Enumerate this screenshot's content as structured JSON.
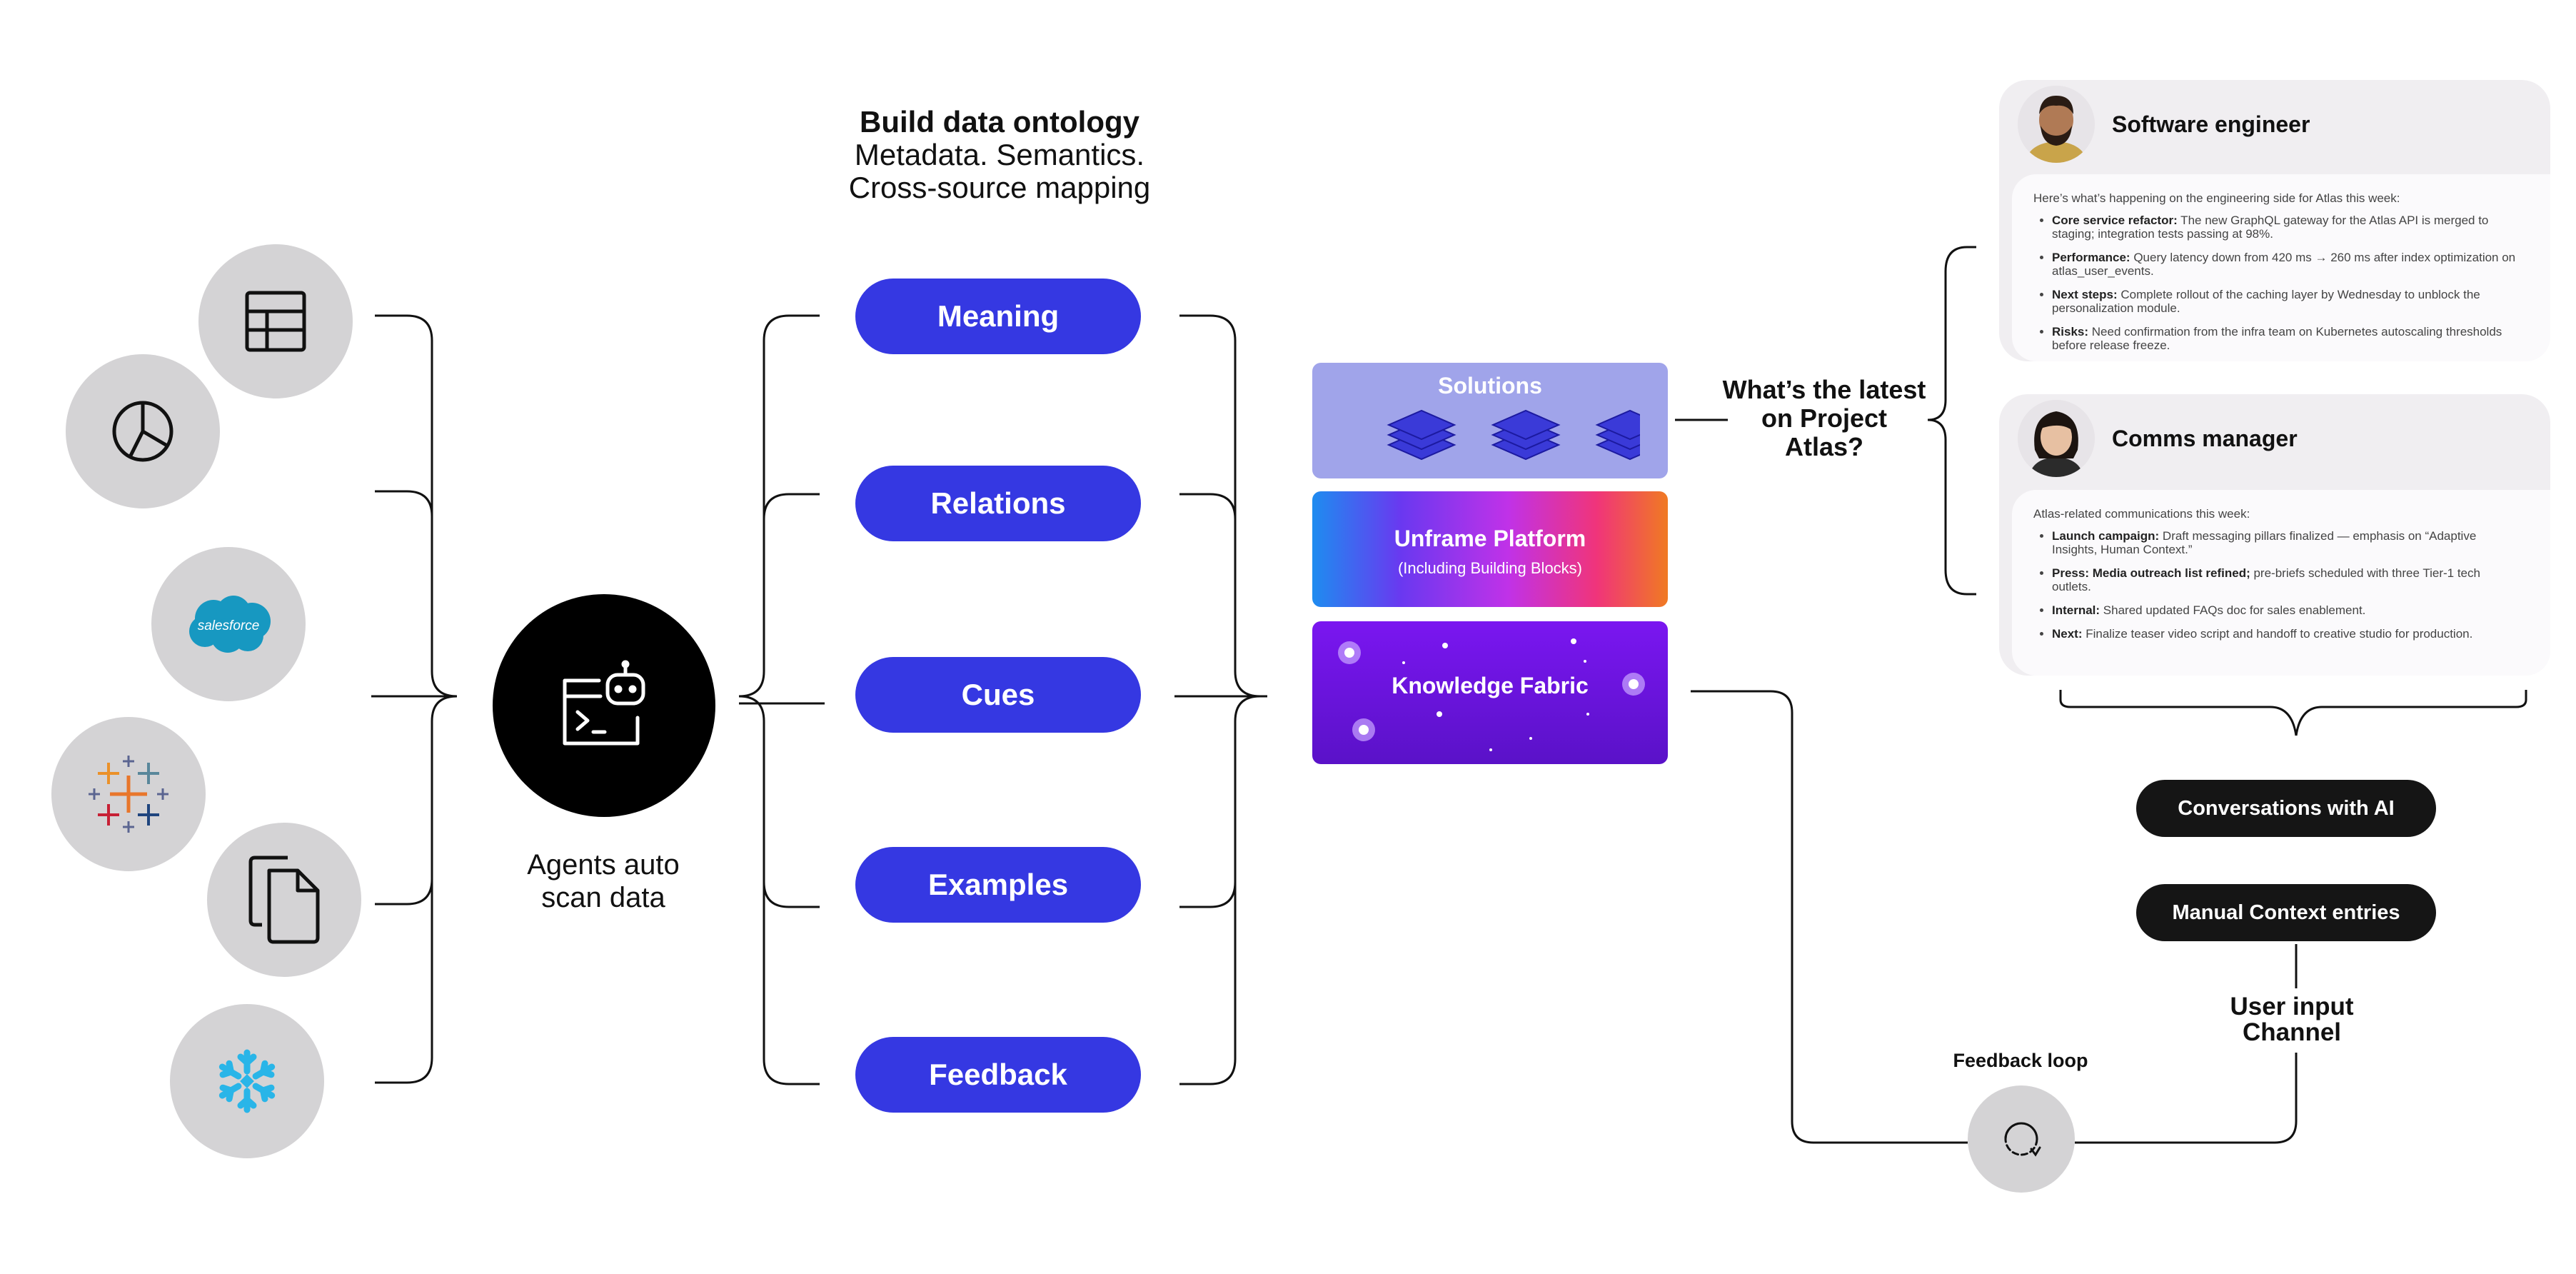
{
  "heading": {
    "title": "Build data ontology",
    "line2": "Metadata. Semantics.",
    "line3": "Cross-source mapping"
  },
  "sources": [
    {
      "name": "table-icon"
    },
    {
      "name": "pie-chart-icon"
    },
    {
      "name": "salesforce-logo",
      "label": "salesforce"
    },
    {
      "name": "tableau-logo"
    },
    {
      "name": "documents-icon"
    },
    {
      "name": "snowflake-logo"
    }
  ],
  "agent": {
    "label_line1": "Agents auto",
    "label_line2": "scan data",
    "icon": "terminal-bot-icon"
  },
  "pills": [
    "Meaning",
    "Relations",
    "Cues",
    "Examples",
    "Feedback"
  ],
  "stack": {
    "solutions": "Solutions",
    "platform_title": "Unframe Platform",
    "platform_sub": "(Including Building Blocks)",
    "fabric": "Knowledge Fabric"
  },
  "question": "What’s the latest on Project Atlas?",
  "personas": [
    {
      "role": "Software engineer",
      "intro": "Here’s what’s happening on the engineering side for Atlas this week:",
      "items": [
        {
          "bold": "Core service refactor:",
          "text": " The new GraphQL gateway for the Atlas API is merged to staging; integration tests passing at 98%."
        },
        {
          "bold": "Performance:",
          "text": " Query latency down from 420 ms → 260 ms after index optimization on atlas_user_events."
        },
        {
          "bold": "Next steps:",
          "text": " Complete rollout of the caching layer by Wednesday to unblock the personalization module."
        },
        {
          "bold": "Risks:",
          "text": " Need confirmation from the infra team on Kubernetes autoscaling thresholds before release freeze."
        }
      ]
    },
    {
      "role": "Comms manager",
      "intro": "Atlas-related communications this week:",
      "items": [
        {
          "bold": "Launch campaign:",
          "text": " Draft messaging pillars finalized — emphasis on “Adaptive Insights, Human Context.”"
        },
        {
          "bold": "Press: Media outreach list refined;",
          "text": " pre-briefs scheduled with three Tier-1 tech outlets."
        },
        {
          "bold": "Internal:",
          "text": " Shared updated FAQs doc for sales enablement."
        },
        {
          "bold": "Next:",
          "text": " Finalize teaser video script and handoff to creative studio for production."
        }
      ]
    }
  ],
  "conversations": "Conversations with AI",
  "manual": "Manual Context entries",
  "user_input": "User input Channel",
  "feedback_loop": "Feedback loop",
  "colors": {
    "pill": "#3538e2",
    "solutions": "#a0a4ea",
    "fabric_top": "#7a16f0",
    "fabric_bottom": "#5a12c8",
    "dark_pill": "#151515",
    "circle": "#d4d3d5"
  }
}
